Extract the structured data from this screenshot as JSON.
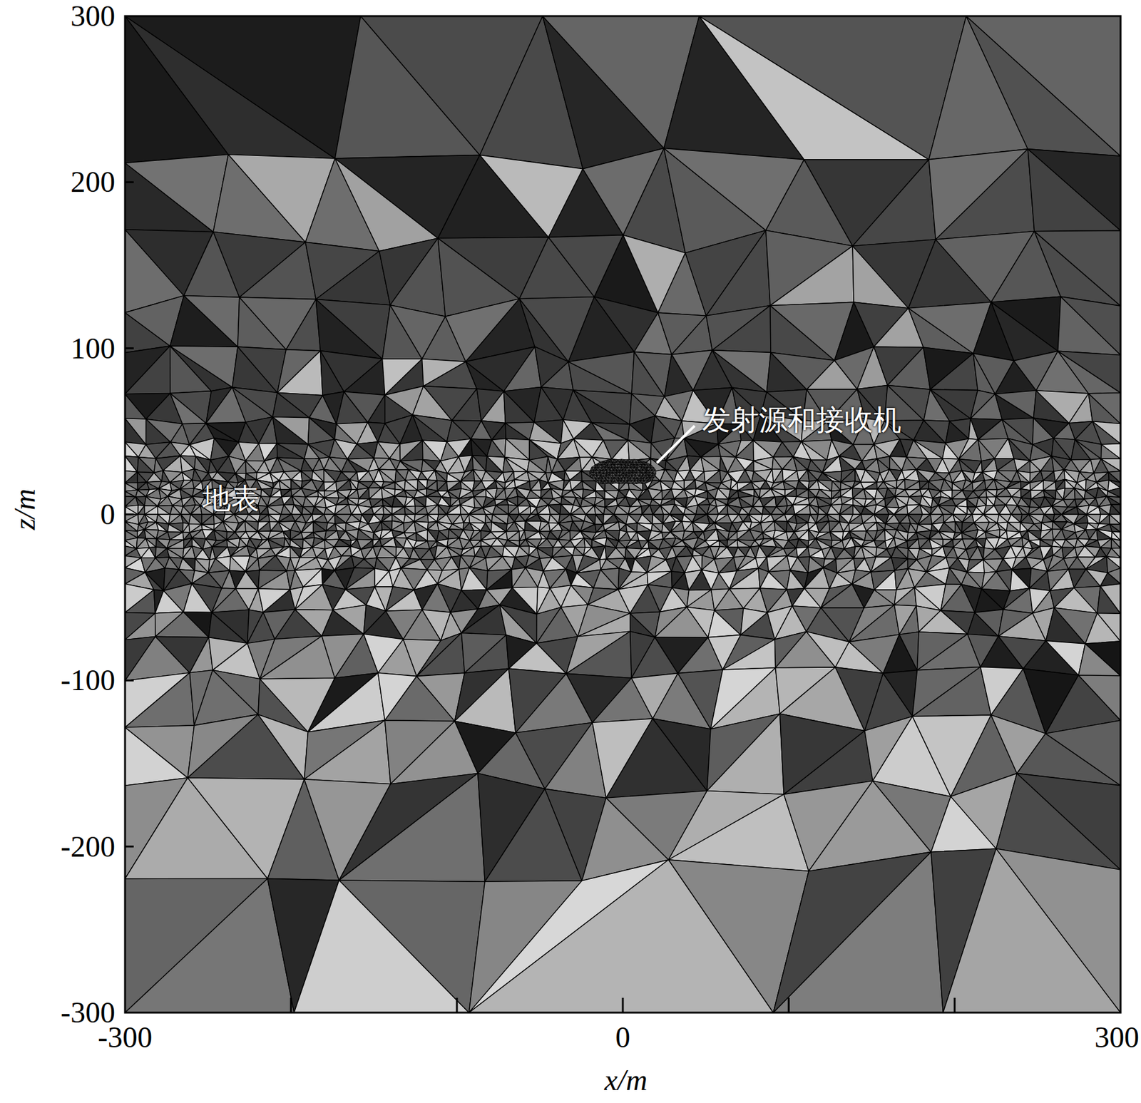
{
  "diagram": {
    "labels": [
      "300",
      "200",
      "100",
      "0",
      "-100",
      "-200",
      "-300",
      "-300",
      "0",
      "300",
      "z/m",
      "x/m",
      "地表",
      "发射源和接收机"
    ]
  }
}
